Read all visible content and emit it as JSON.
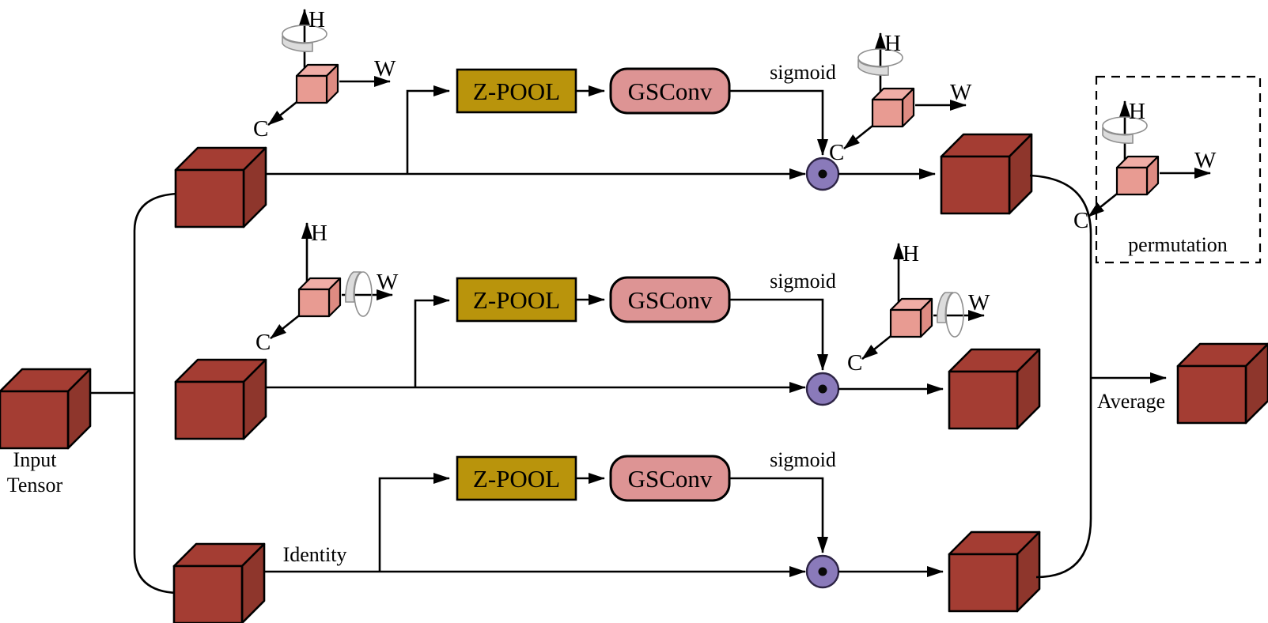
{
  "figure": {
    "input": {
      "line1": "Input",
      "line2": "Tensor"
    },
    "branches": [
      {
        "zpool": "Z-POOL",
        "gsconv": "GSConv",
        "sigmoid": "sigmoid"
      },
      {
        "zpool": "Z-POOL",
        "gsconv": "GSConv",
        "sigmoid": "sigmoid"
      },
      {
        "zpool": "Z-POOL",
        "gsconv": "GSConv",
        "sigmoid": "sigmoid",
        "identity": "Identity"
      }
    ],
    "average_label": "Average",
    "permutation_label": "permutation",
    "axes": {
      "h": "H",
      "w": "W",
      "c": "C"
    }
  },
  "colors": {
    "cube_front": "#A43D33",
    "cube_top": "#A43D33",
    "cube_side": "#8E362C",
    "pink_front": "#E89B92",
    "pink_top": "#F0ADA6",
    "pink_side": "#DE8B82",
    "zpool_fill": "#B9940C",
    "gsconv_fill": "#DD9494",
    "mult_fill": "#8A7ABA",
    "mult_border": "#2E2546",
    "swirl_fill": "#DCDCDC",
    "swirl_stroke": "#8F8F8F",
    "line": "#000000"
  }
}
